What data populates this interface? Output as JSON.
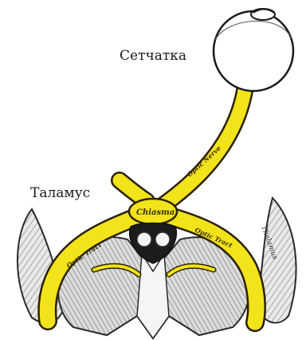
{
  "callouts": {
    "retina": "Сетчатка",
    "thalamus": "Таламус"
  },
  "drawing_labels": {
    "optic_nerve": "Optic Nerve",
    "chiasma": "Chiasma",
    "optic_tract_left": "Optic Tract",
    "optic_tract_right": "Optic Tract",
    "thalamus_right": "Thalamus"
  },
  "colors": {
    "nerve_fill": "#f3e31a",
    "nerve_outline": "#2b2200",
    "tissue_light": "#e6e6e6",
    "tissue_dark": "#7a7a7a",
    "ink": "#1a1a1a"
  }
}
